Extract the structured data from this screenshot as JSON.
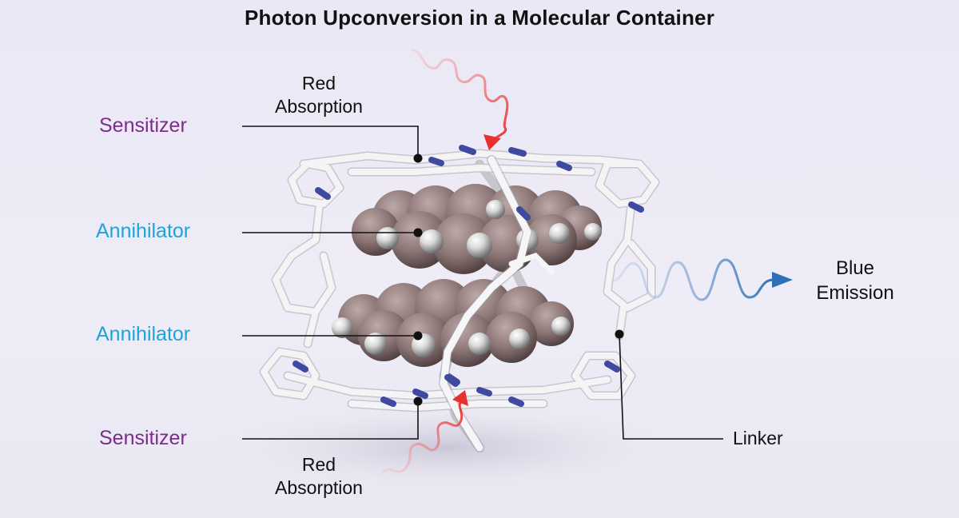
{
  "title": "Photon Upconversion in a Molecular Container",
  "labels": {
    "sensitizer_top": "Sensitizer",
    "annihilator_top": "Annihilator",
    "annihilator_bottom": "Annihilator",
    "sensitizer_bottom": "Sensitizer",
    "red_absorption_top": [
      "Red",
      "Absorption"
    ],
    "red_absorption_bottom": [
      "Red",
      "Absorption"
    ],
    "blue_emission": [
      "Blue",
      "Emission"
    ],
    "linker": "Linker"
  },
  "colors": {
    "sensitizer": "#7b2c8c",
    "annihilator": "#1ea3dc",
    "red_light": "#e8302e",
    "blue_light": "#2f6fb5",
    "nitrogen": "#3e4aa0",
    "carbon_frame": "#f3f3f3",
    "annihilator_carbon": "#8a7574",
    "hydrogen": "#c9c9c9"
  }
}
